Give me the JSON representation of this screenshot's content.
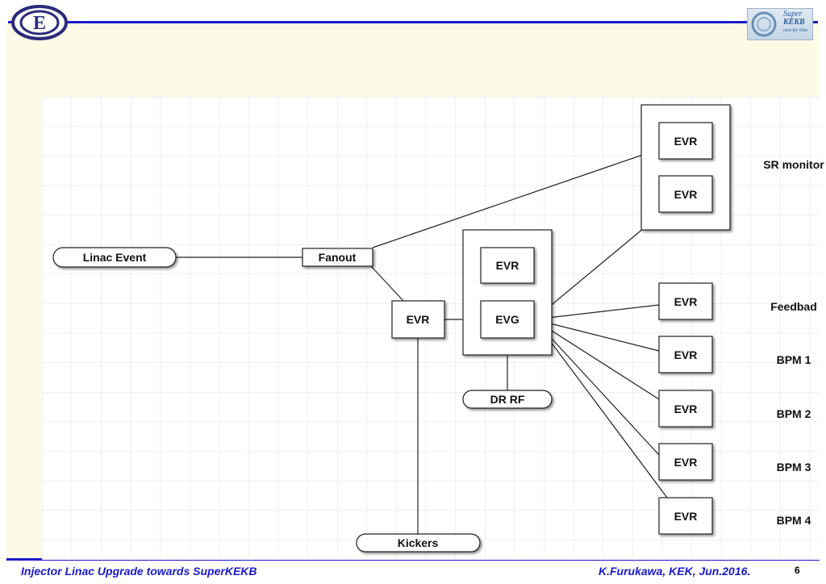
{
  "logo_right": {
    "line1": "Super",
    "line2": "KEKB",
    "line3": "next for blue"
  },
  "diagram": {
    "nodes": {
      "linac_event": "Linac Event",
      "fanout": "Fanout",
      "evr_main": "EVR",
      "evr_inner": "EVR",
      "evg": "EVG",
      "dr_rf": "DR RF",
      "kickers": "Kickers",
      "sr_evr_1": "EVR",
      "sr_evr_2": "EVR",
      "feedback_evr": "EVR",
      "bpm1_evr": "EVR",
      "bpm2_evr": "EVR",
      "bpm3_evr": "EVR",
      "bpm4_evr": "EVR"
    },
    "labels": {
      "sr_monitor": "SR monitor",
      "feedback": "Feedbad",
      "bpm1": "BPM 1",
      "bpm2": "BPM 2",
      "bpm3": "BPM 3",
      "bpm4": "BPM 4"
    }
  },
  "footer": {
    "left": "Injector Linac Upgrade towards SuperKEKB",
    "right": "K.Furukawa, KEK, Jun.2016.",
    "page": "6"
  }
}
